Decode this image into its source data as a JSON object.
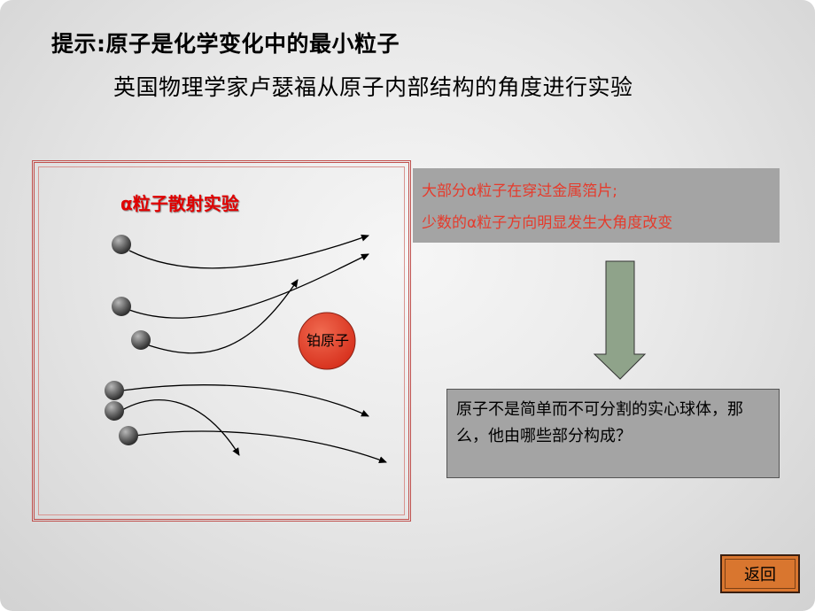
{
  "header": {
    "line1": "提示:原子是化学变化中的最小粒子",
    "line2": "英国物理学家卢瑟福从原子内部结构的角度进行实验"
  },
  "experiment": {
    "title": "α粒子散射实验",
    "nucleus_label": "铂原子"
  },
  "observations": [
    "大部分α粒子在穿过金属箔片;",
    "少数的α粒子方向明显发生大角度改变"
  ],
  "conclusion": {
    "text": "原子不是简单而不可分割的实心球体，那么，他由哪些部分构成？"
  },
  "nav": {
    "back_label": "返回"
  },
  "colors": {
    "frame": "#c0504d",
    "nucleus": "#e0412b",
    "arrow_fill": "#8fa38a",
    "box_fill": "#a4a4a4",
    "button": "#d9762f"
  }
}
